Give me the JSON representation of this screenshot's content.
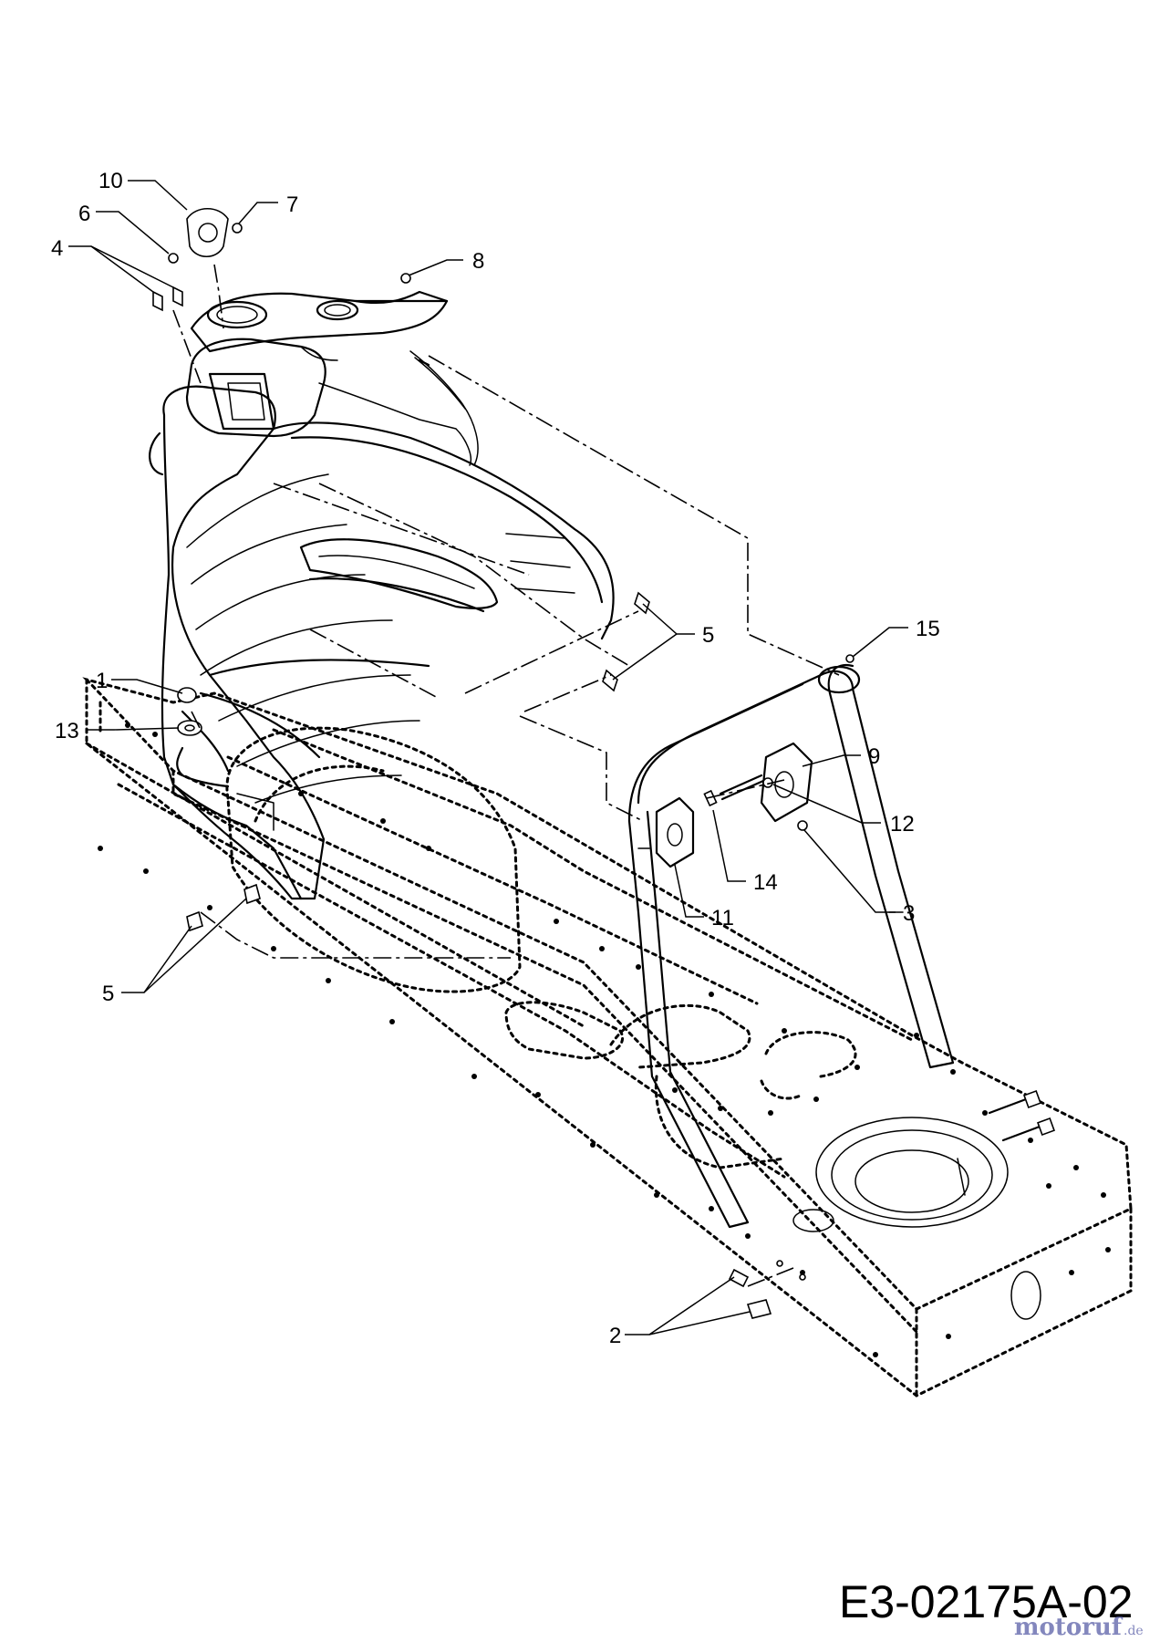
{
  "diagram": {
    "drawing_code": "E3-02175A-02",
    "watermark": {
      "text_main": "motoruf",
      "text_suffix": ".de"
    },
    "callouts": [
      {
        "number": "10"
      },
      {
        "number": "7"
      },
      {
        "number": "6"
      },
      {
        "number": "4"
      },
      {
        "number": "8"
      },
      {
        "number": "5"
      },
      {
        "number": "15"
      },
      {
        "number": "1"
      },
      {
        "number": "13"
      },
      {
        "number": "9"
      },
      {
        "number": "12"
      },
      {
        "number": "14"
      },
      {
        "number": "3"
      },
      {
        "number": "11"
      },
      {
        "number": "5"
      },
      {
        "number": "2"
      }
    ]
  }
}
